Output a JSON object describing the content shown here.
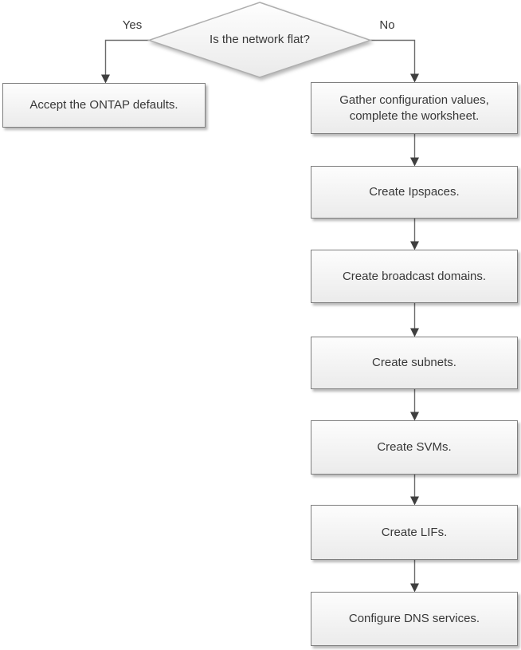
{
  "decision": {
    "label": "Is the network flat?"
  },
  "branches": {
    "yes_label": "Yes",
    "no_label": "No"
  },
  "yes_path": {
    "accept_defaults": "Accept the ONTAP defaults."
  },
  "no_path": {
    "steps": [
      "Gather configuration values, complete the worksheet.",
      "Create Ipspaces.",
      "Create broadcast domains.",
      "Create subnets.",
      "Create SVMs.",
      "Create LIFs.",
      "Configure DNS services."
    ]
  },
  "colors": {
    "node_fill_top": "#fdfdfd",
    "node_fill_bottom": "#ebebeb",
    "node_border": "#7f7f7f",
    "diamond_border": "#aeaeae",
    "connector": "#6b6b6b",
    "arrowhead": "#3f3f3f",
    "text": "#383838",
    "background": "#ffffff"
  }
}
